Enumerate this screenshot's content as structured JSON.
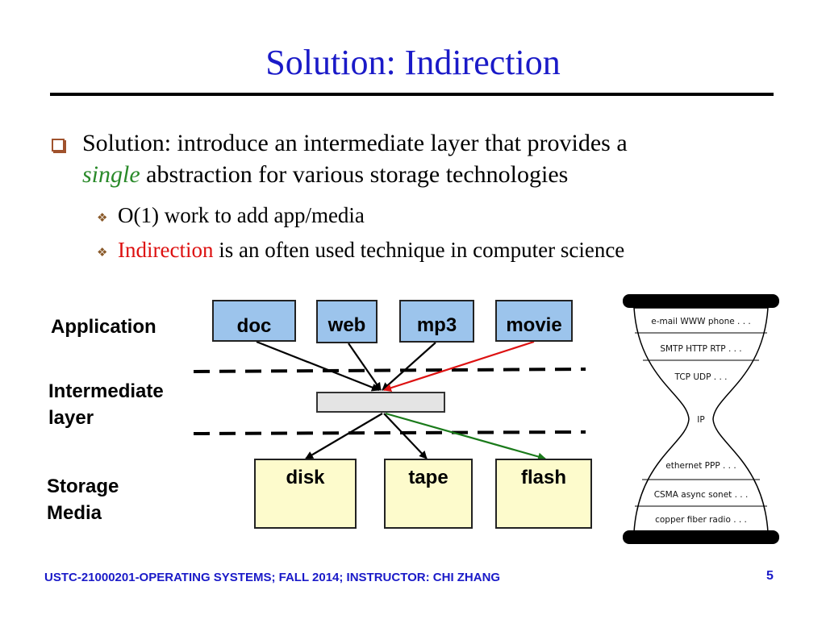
{
  "title": "Solution: Indirection",
  "bullets": {
    "main_part1": "Solution: introduce an intermediate layer that provides a",
    "main_emph": "single",
    "main_part2": "abstraction for various storage technologies",
    "sub1": "O(1) work to add app/media",
    "sub2_emph": "Indirection",
    "sub2_rest": "is an often used technique in computer science"
  },
  "diagram": {
    "labels": {
      "application": "Application",
      "intermediate_line1": "Intermediate",
      "intermediate_line2": "layer",
      "storage_line1": "Storage",
      "storage_line2": "Media"
    },
    "apps": [
      "doc",
      "web",
      "mp3",
      "movie"
    ],
    "media": [
      "disk",
      "tape",
      "flash"
    ],
    "colors": {
      "app_fill": "#9cc4ec",
      "media_fill": "#fdfbcc",
      "highlight_in": "#dd1111",
      "highlight_out": "#1a7a1a"
    }
  },
  "hourglass": {
    "rows": [
      "e-mail  WWW  phone . . .",
      "SMTP  HTTP  RTP . . .",
      "TCP  UDP . . .",
      "IP",
      "ethernet  PPP . . .",
      "CSMA  async  sonet . . .",
      "copper  fiber  radio . . ."
    ]
  },
  "footer": {
    "course": "USTC-21000201-OPERATING SYSTEMS; FALL 2014; INSTRUCTOR: CHI ZHANG",
    "page": "5"
  }
}
